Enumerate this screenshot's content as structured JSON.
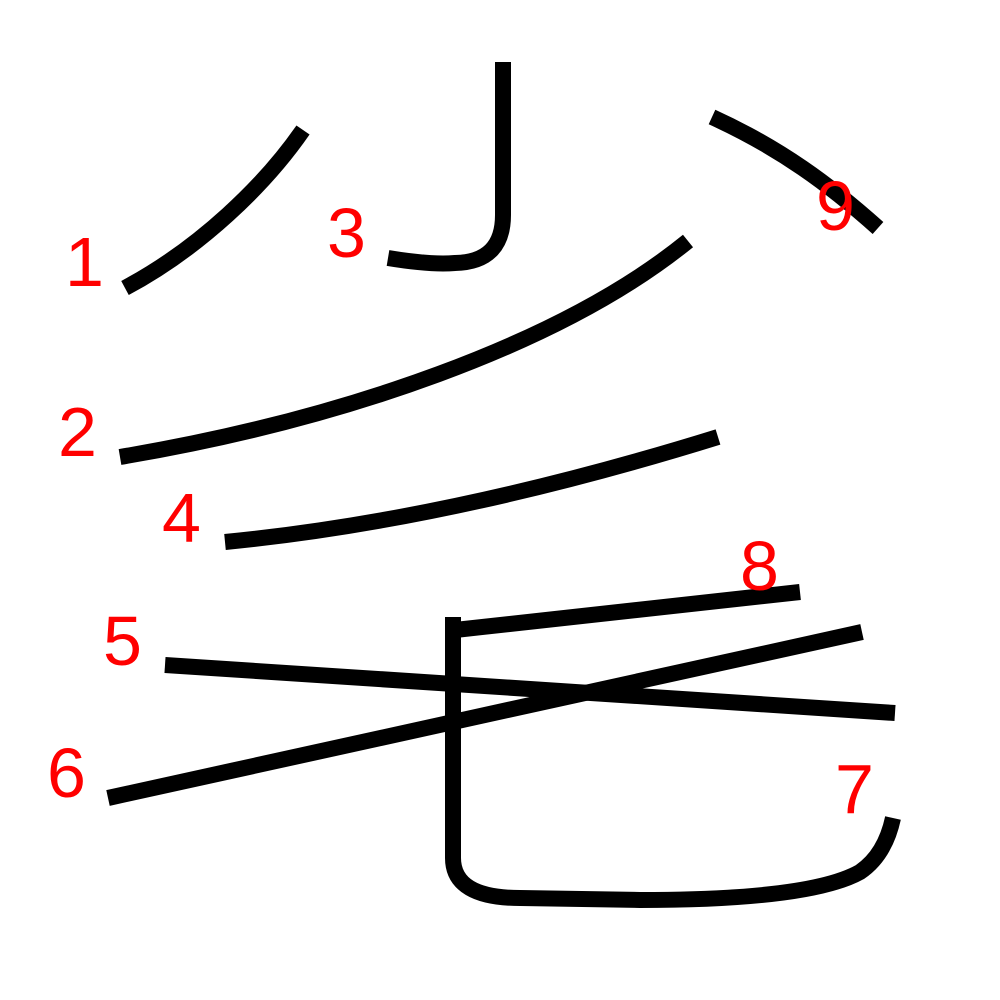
{
  "colors": {
    "stroke": "#000000",
    "number": "#ff0000",
    "background": "#ffffff"
  },
  "strokes": [
    {
      "order": "1"
    },
    {
      "order": "2"
    },
    {
      "order": "3"
    },
    {
      "order": "4"
    },
    {
      "order": "5"
    },
    {
      "order": "6"
    },
    {
      "order": "7"
    },
    {
      "order": "8"
    },
    {
      "order": "9"
    }
  ]
}
